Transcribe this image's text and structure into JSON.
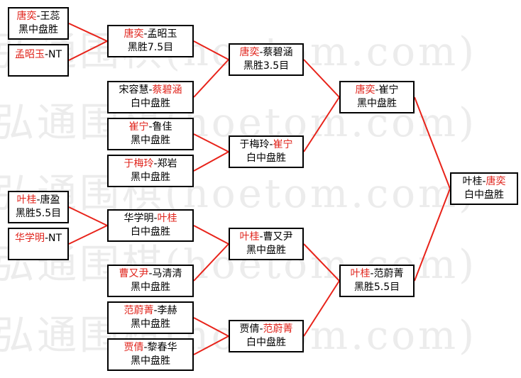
{
  "watermark": "弘通围棋(hoetom.com)",
  "colors": {
    "winner": "#e0241c",
    "connector": "#e8231a",
    "text": "#000000"
  },
  "matches": [
    {
      "id": "r1m1",
      "p1": "唐奕",
      "p2": "王蕊",
      "winner": 1,
      "result": "黑中盘胜"
    },
    {
      "id": "r1m2",
      "p1": "孟昭玉",
      "p2": "NT",
      "winner": 1,
      "result": ""
    },
    {
      "id": "r2m1",
      "p1": "唐奕",
      "p2": "孟昭玉",
      "winner": 1,
      "result": "黑胜7.5目"
    },
    {
      "id": "r2m2",
      "p1": "宋容慧",
      "p2": "蔡碧涵",
      "winner": 2,
      "result": "白中盘胜"
    },
    {
      "id": "r2m3",
      "p1": "崔宁",
      "p2": "鲁佳",
      "winner": 1,
      "result": "黑中盘胜"
    },
    {
      "id": "r2m4",
      "p1": "于梅玲",
      "p2": "郑岩",
      "winner": 1,
      "result": "黑中盘胜"
    },
    {
      "id": "r3m1",
      "p1": "唐奕",
      "p2": "蔡碧涵",
      "winner": 1,
      "result": "黑胜3.5目"
    },
    {
      "id": "r3m2",
      "p1": "于梅玲",
      "p2": "崔宁",
      "winner": 2,
      "result": "白中盘胜"
    },
    {
      "id": "r4m1",
      "p1": "唐奕",
      "p2": "崔宁",
      "winner": 1,
      "result": "黑中盘胜"
    },
    {
      "id": "r1m3",
      "p1": "叶桂",
      "p2": "唐盈",
      "winner": 1,
      "result": "黑胜5.5目"
    },
    {
      "id": "r1m4",
      "p1": "华学明",
      "p2": "NT",
      "winner": 1,
      "result": ""
    },
    {
      "id": "r2m5",
      "p1": "华学明",
      "p2": "叶桂",
      "winner": 2,
      "result": "白中盘胜"
    },
    {
      "id": "r2m6",
      "p1": "曹又尹",
      "p2": "马清清",
      "winner": 1,
      "result": "黑中盘胜"
    },
    {
      "id": "r2m7",
      "p1": "范蔚菁",
      "p2": "李赫",
      "winner": 1,
      "result": "黑中盘胜"
    },
    {
      "id": "r2m8",
      "p1": "贾倩",
      "p2": "黎春华",
      "winner": 1,
      "result": "黑中盘胜"
    },
    {
      "id": "r3m3",
      "p1": "叶桂",
      "p2": "曹又尹",
      "winner": 1,
      "result": "黑中盘胜"
    },
    {
      "id": "r3m4",
      "p1": "贾倩",
      "p2": "范蔚菁",
      "winner": 2,
      "result": "白中盘胜"
    },
    {
      "id": "r4m2",
      "p1": "叶桂",
      "p2": "范蔚菁",
      "winner": 1,
      "result": "黑胜5.5目"
    },
    {
      "id": "final",
      "p1": "叶桂",
      "p2": "唐奕",
      "winner": 2,
      "result": "白中盘胜"
    }
  ],
  "links": [
    [
      "r1m1",
      "r2m1"
    ],
    [
      "r1m2",
      "r2m1"
    ],
    [
      "r2m1",
      "r3m1"
    ],
    [
      "r2m2",
      "r3m1"
    ],
    [
      "r2m3",
      "r3m2"
    ],
    [
      "r2m4",
      "r3m2"
    ],
    [
      "r3m1",
      "r4m1"
    ],
    [
      "r3m2",
      "r4m1"
    ],
    [
      "r1m3",
      "r2m5"
    ],
    [
      "r1m4",
      "r2m5"
    ],
    [
      "r2m5",
      "r3m3"
    ],
    [
      "r2m6",
      "r3m3"
    ],
    [
      "r2m7",
      "r3m4"
    ],
    [
      "r2m8",
      "r3m4"
    ],
    [
      "r3m3",
      "r4m2"
    ],
    [
      "r3m4",
      "r4m2"
    ],
    [
      "r4m1",
      "final"
    ],
    [
      "r4m2",
      "final"
    ]
  ]
}
